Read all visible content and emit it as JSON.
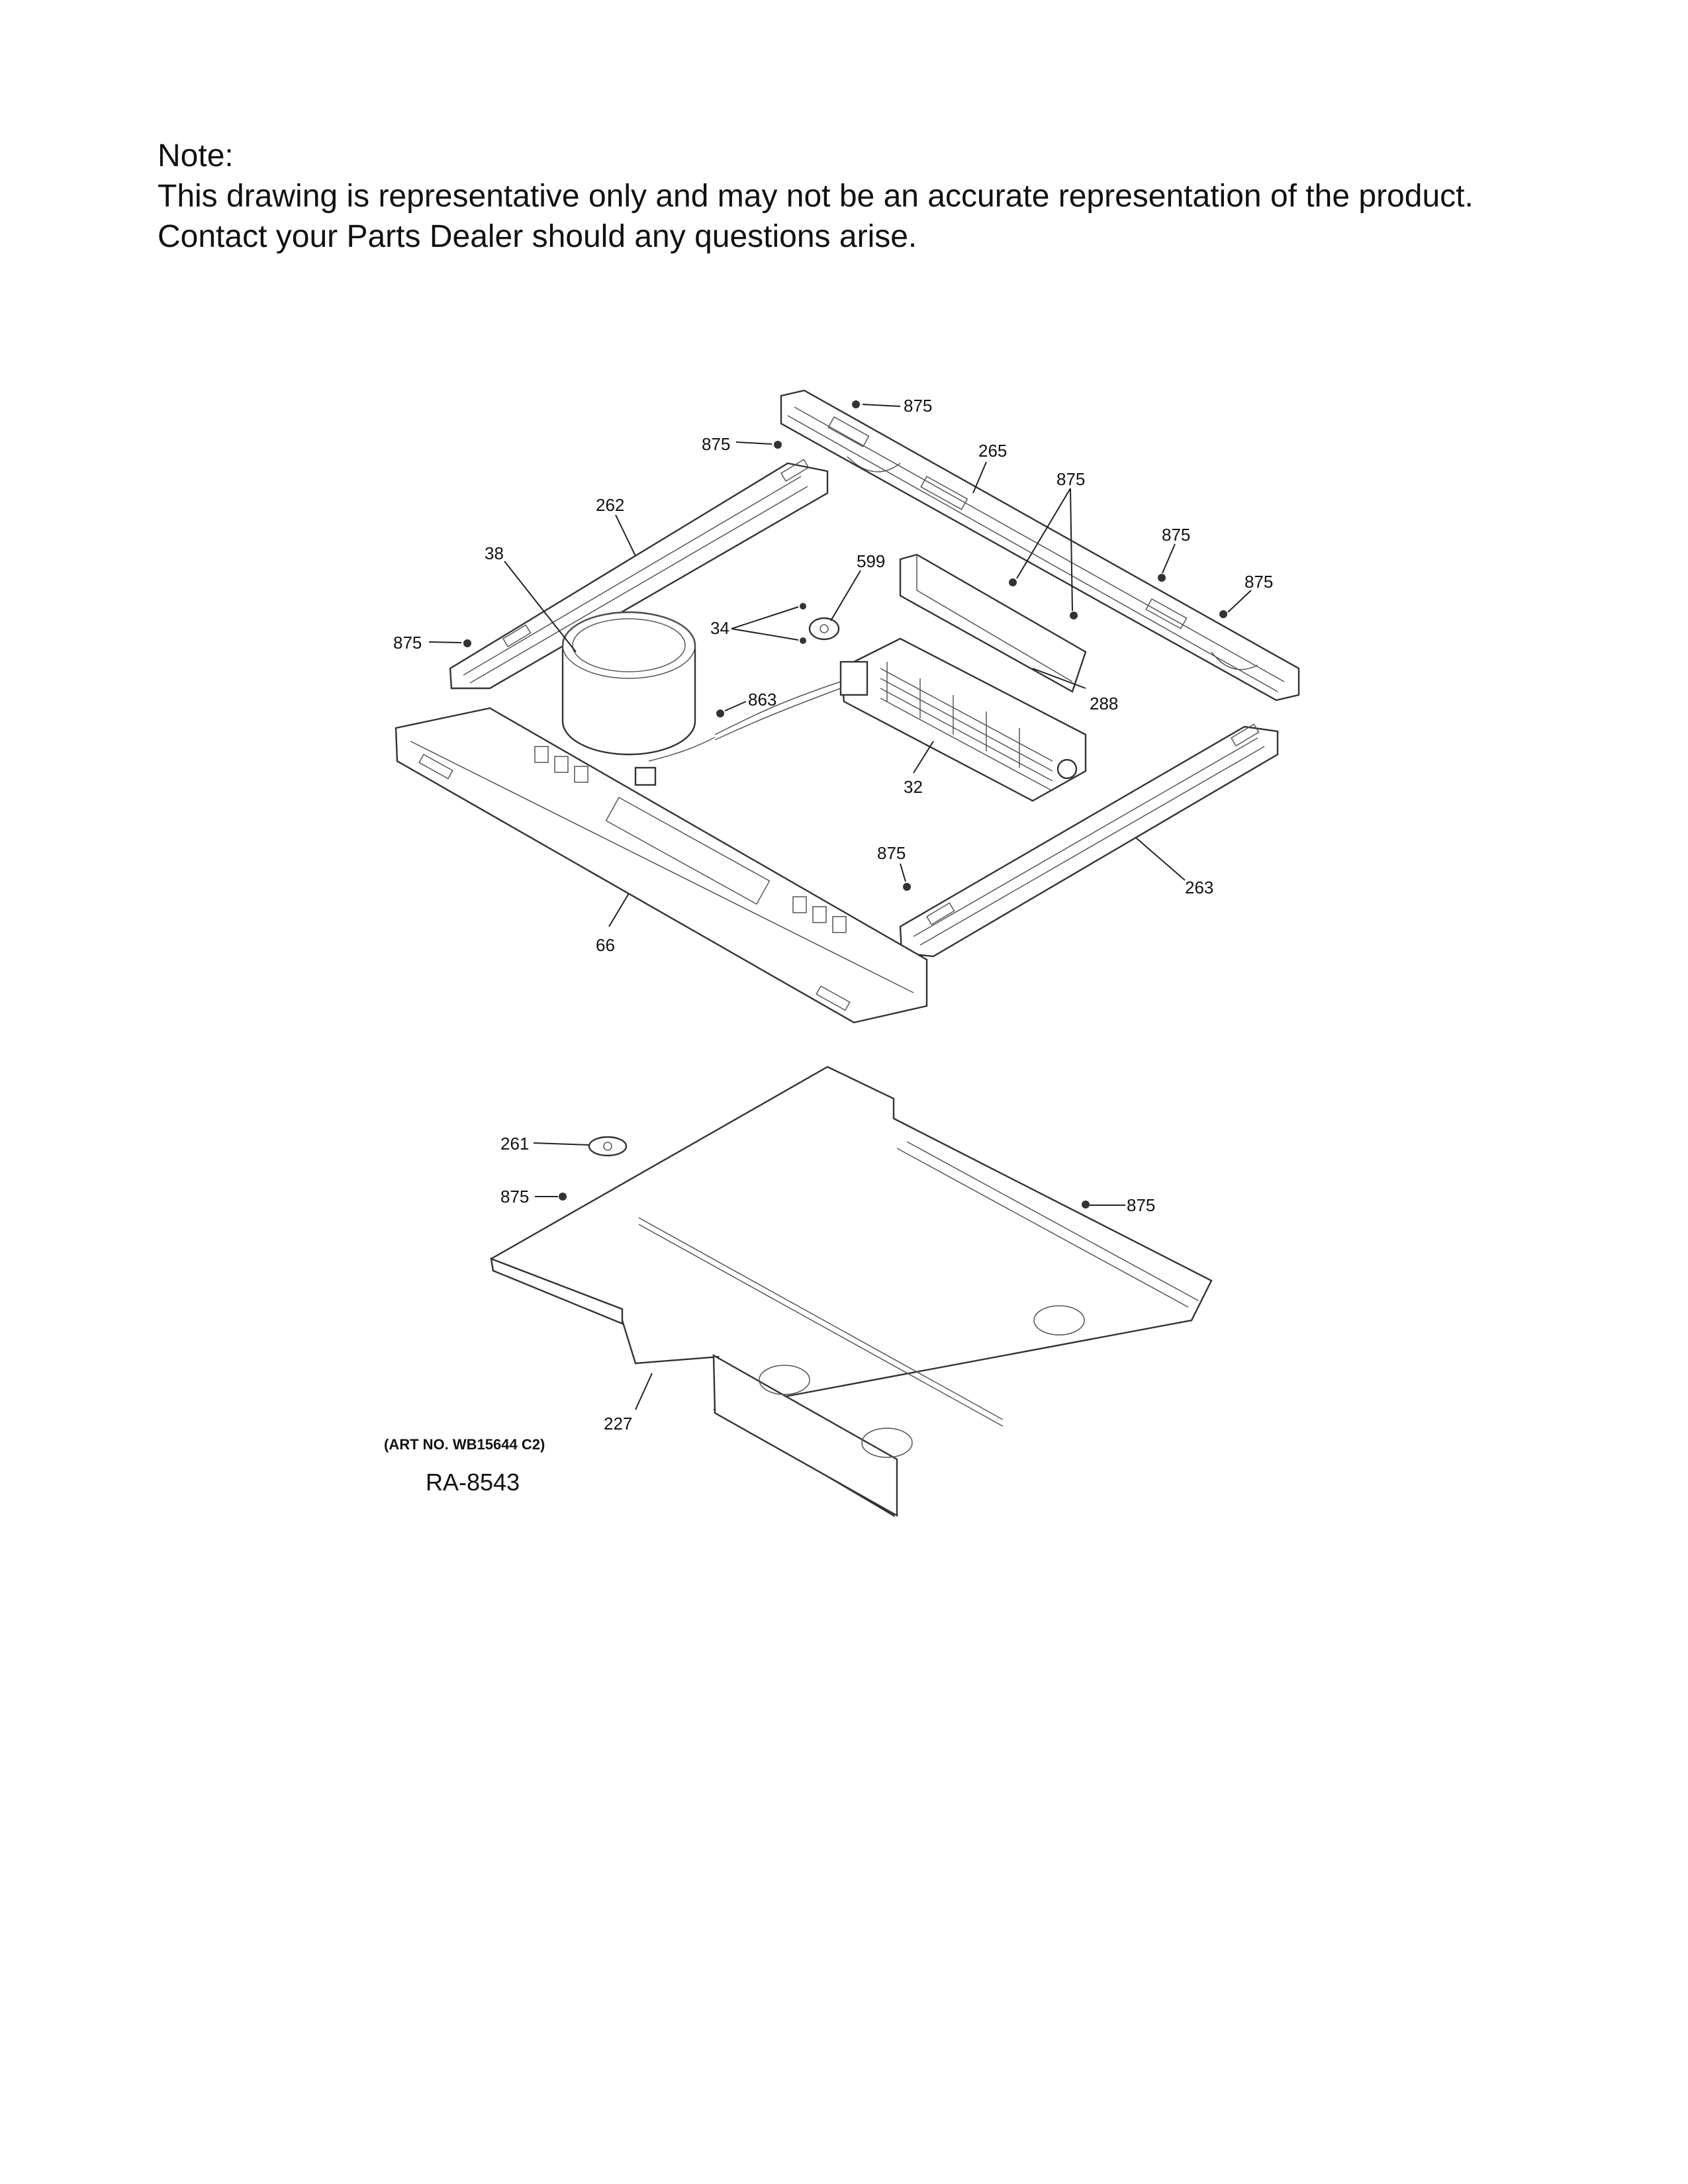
{
  "note": {
    "heading": "Note:",
    "line1": "This drawing is representative only and may not be an accurate representation of the product.",
    "line2": "Contact your Parts Dealer should any questions arise."
  },
  "callouts": {
    "c875_top": "875",
    "c875_a": "875",
    "c265": "265",
    "c875_pair": "875",
    "c262": "262",
    "c875_b": "875",
    "c875_c": "875",
    "c38": "38",
    "c599": "599",
    "c875_left": "875",
    "c34": "34",
    "c863": "863",
    "c288": "288",
    "c32": "32",
    "c875_mid": "875",
    "c263": "263",
    "c66": "66",
    "c261": "261",
    "c875_tray_l": "875",
    "c875_tray_r": "875",
    "c227": "227"
  },
  "art_number": "(ART NO. WB15644 C2)",
  "ra_code": "RA-8543"
}
